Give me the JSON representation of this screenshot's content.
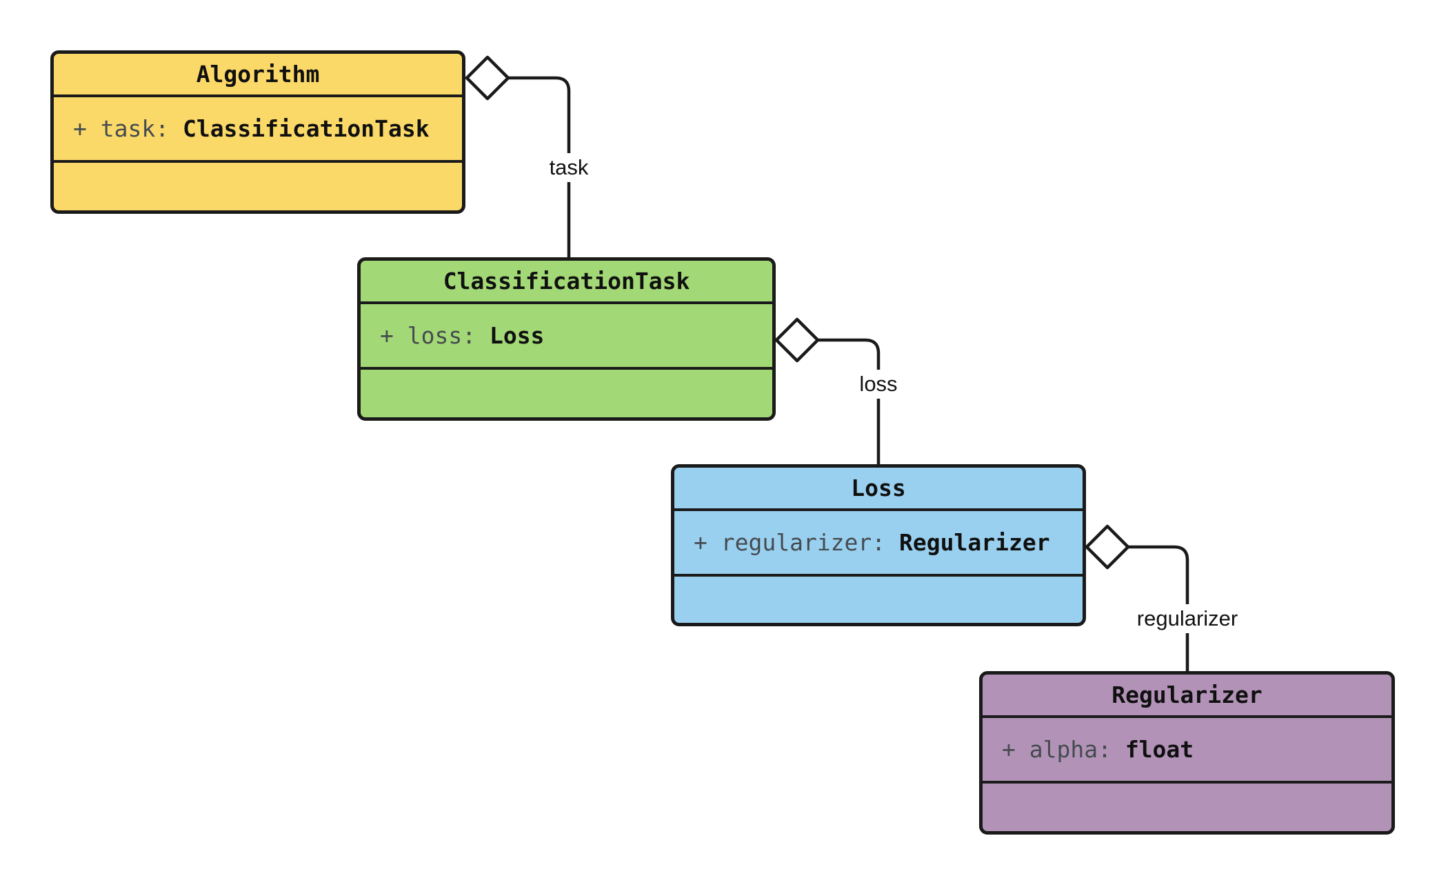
{
  "diagram": {
    "kind": "uml-class-diagram",
    "colors": {
      "canvas_background": "#ffffff",
      "line": "#1a1a1a",
      "diamond_fill": "#ffffff"
    },
    "classes": [
      {
        "name": "Algorithm",
        "fill": "#fbd968",
        "attributes": [
          {
            "prefix": "+ task: ",
            "type": "ClassificationTask"
          }
        ],
        "methods": []
      },
      {
        "name": "ClassificationTask",
        "fill": "#a3d876",
        "attributes": [
          {
            "prefix": "+ loss: ",
            "type": "Loss"
          }
        ],
        "methods": []
      },
      {
        "name": "Loss",
        "fill": "#9ad0ef",
        "attributes": [
          {
            "prefix": "+ regularizer: ",
            "type": "Regularizer"
          }
        ],
        "methods": []
      },
      {
        "name": "Regularizer",
        "fill": "#b293b7",
        "attributes": [
          {
            "prefix": "+ alpha: ",
            "type": "float"
          }
        ],
        "methods": []
      }
    ],
    "relationships": [
      {
        "from": "Algorithm",
        "to": "ClassificationTask",
        "label": "task",
        "type": "aggregation"
      },
      {
        "from": "ClassificationTask",
        "to": "Loss",
        "label": "loss",
        "type": "aggregation"
      },
      {
        "from": "Loss",
        "to": "Regularizer",
        "label": "regularizer",
        "type": "aggregation"
      }
    ]
  }
}
